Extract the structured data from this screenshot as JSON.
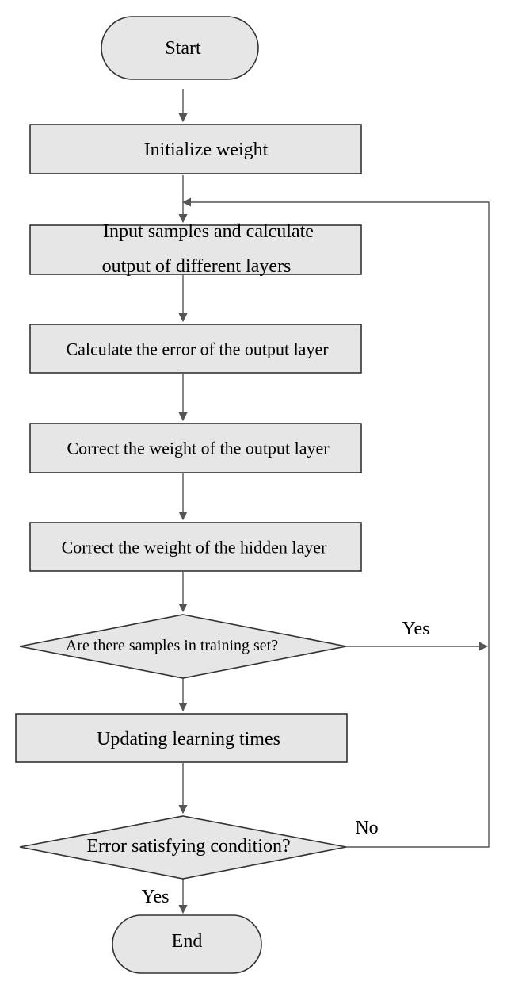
{
  "diagram": {
    "nodes": {
      "start": "Start",
      "init_weight": "Initialize weight",
      "input_samples_line1": "Input samples and calculate",
      "input_samples_line2": "output of different layers",
      "calc_error": "Calculate the error of the output layer",
      "correct_output": "Correct the weight of the output layer",
      "correct_hidden": "Correct the weight of the hidden layer",
      "samples_decision": "Are there samples in training set?",
      "update_times": "Updating learning times",
      "error_decision": "Error satisfying condition?",
      "end": "End"
    },
    "edge_labels": {
      "samples_yes": "Yes",
      "error_no": "No",
      "error_yes": "Yes"
    }
  }
}
